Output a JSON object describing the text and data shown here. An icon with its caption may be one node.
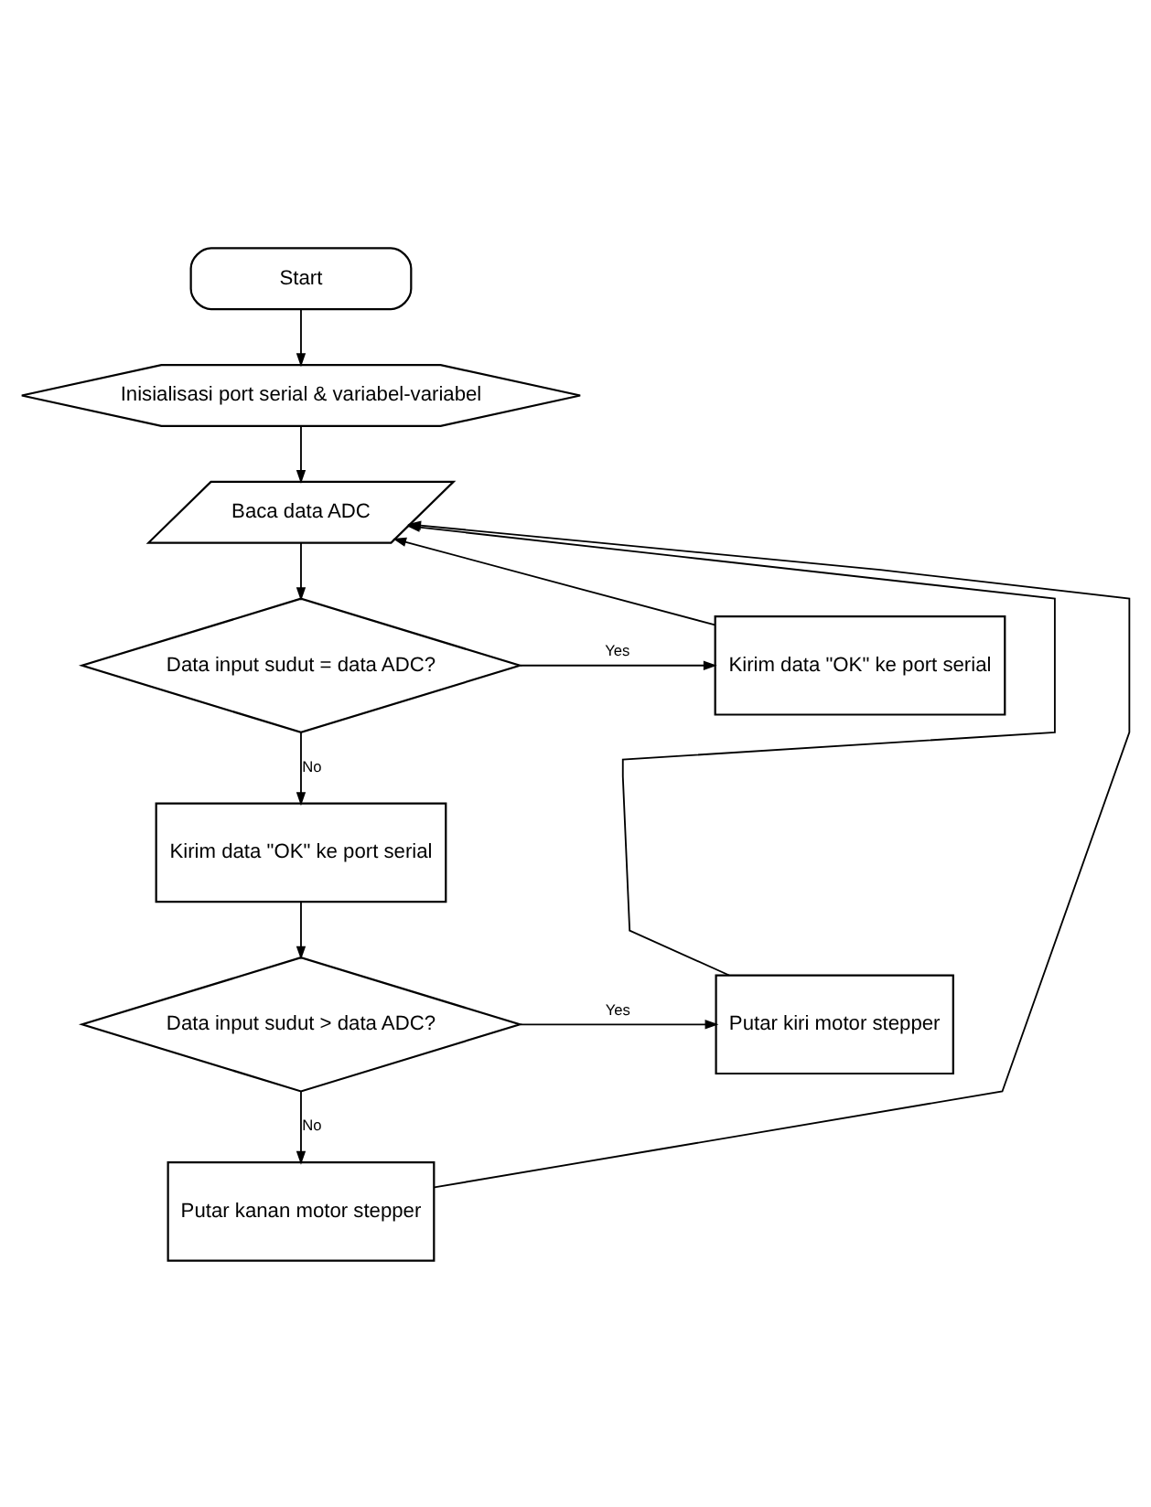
{
  "diagram": {
    "nodes": [
      {
        "text": [
          "Start"
        ]
      },
      {
        "text": [
          "Inisialisasi port serial & variabel-variabel"
        ]
      },
      {
        "text": [
          "Baca data ADC"
        ]
      },
      {
        "text": [
          "Data input sudut = data ADC?"
        ]
      },
      {
        "text": [
          "Kirim data \"OK\" ke port serial"
        ]
      },
      {
        "text": [
          "Kirim data \"OK\" ke port serial"
        ]
      },
      {
        "text": [
          "Data input sudut > data ADC?"
        ]
      },
      {
        "text": [
          "Putar kiri motor stepper"
        ]
      },
      {
        "text": [
          "Putar kanan motor stepper"
        ]
      }
    ],
    "edges": [
      {
        "from": 0,
        "to": 1,
        "arrow": "to"
      },
      {
        "from": 1,
        "to": 2,
        "arrow": "to"
      },
      {
        "from": 2,
        "to": 3,
        "arrow": "to"
      },
      {
        "from": 3,
        "to": 4,
        "arrow": "to",
        "label": "Yes"
      },
      {
        "from": 3,
        "to": 5,
        "arrow": "to",
        "label": "No"
      },
      {
        "from": 5,
        "to": 6,
        "arrow": "to"
      },
      {
        "from": 6,
        "to": 7,
        "arrow": "to",
        "label": "Yes"
      },
      {
        "from": 6,
        "to": 8,
        "arrow": "to",
        "label": "No"
      },
      {
        "from": 4,
        "to": 2,
        "arrow": "to"
      },
      {
        "from": 7,
        "to": 2,
        "arrow": "to"
      },
      {
        "from": 8,
        "to": 2,
        "arrow": "to"
      }
    ]
  }
}
